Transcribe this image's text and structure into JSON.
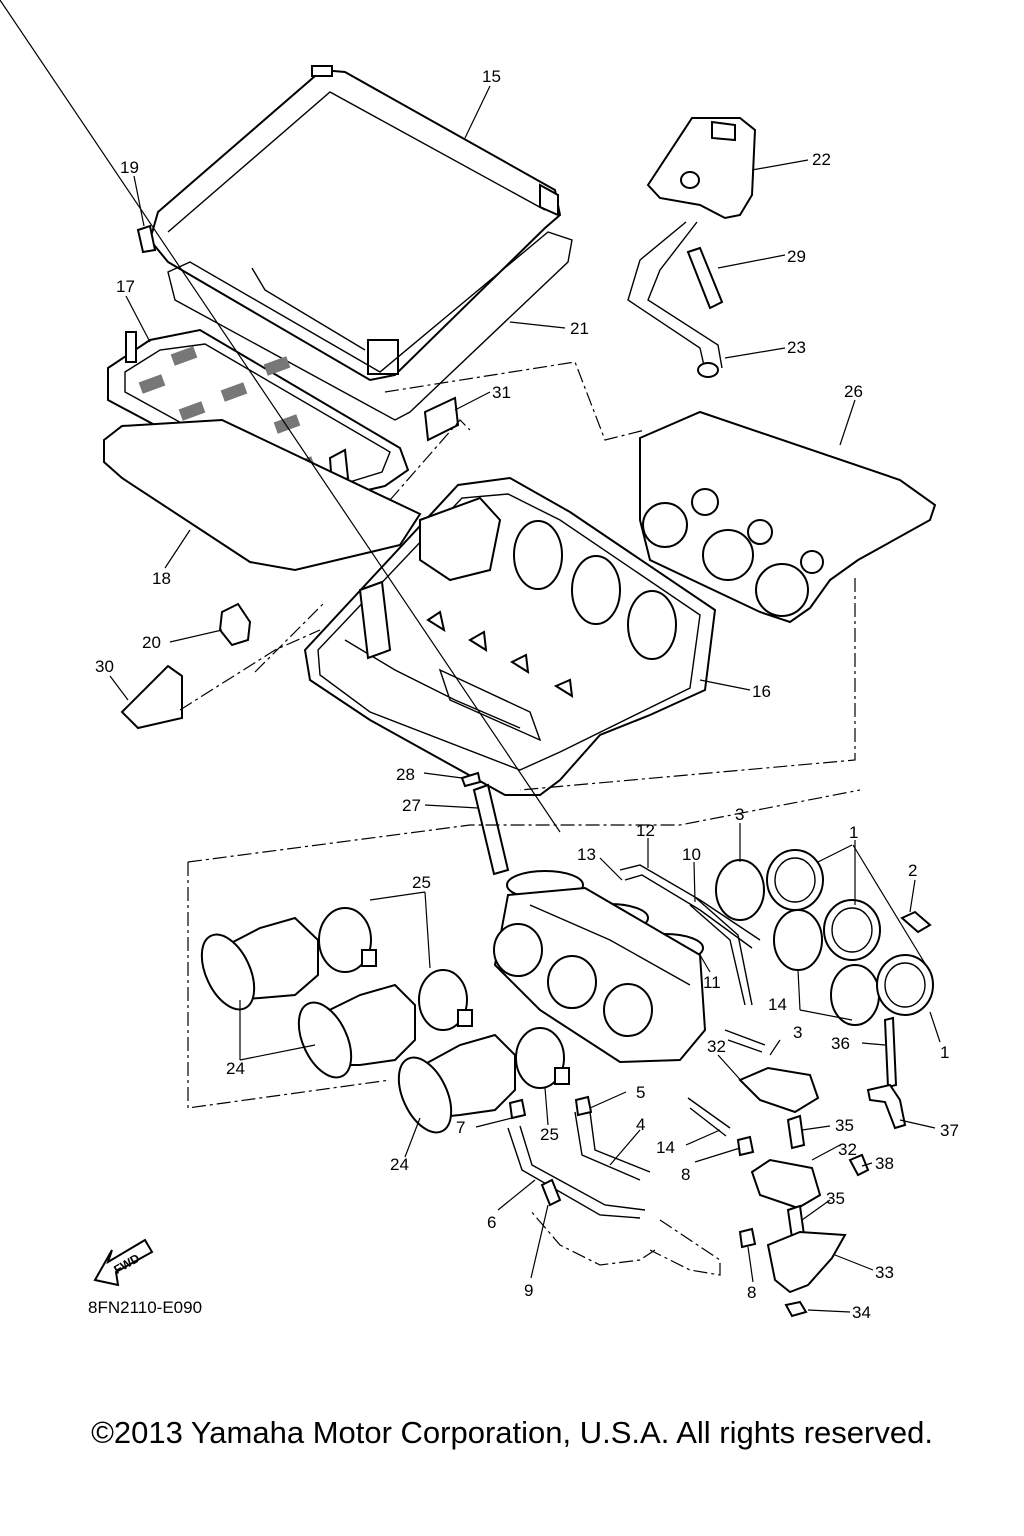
{
  "figure_code": "8FN2110-E090",
  "copyright": "©2013 Yamaha Motor Corporation, U.S.A. All rights reserved.",
  "fwd_label": "FWD",
  "callouts": [
    "1",
    "1",
    "2",
    "3",
    "3",
    "4",
    "5",
    "6",
    "7",
    "8",
    "8",
    "9",
    "10",
    "11",
    "12",
    "13",
    "14",
    "14",
    "15",
    "16",
    "17",
    "18",
    "19",
    "20",
    "21",
    "22",
    "23",
    "24",
    "24",
    "25",
    "25",
    "26",
    "27",
    "28",
    "29",
    "30",
    "31",
    "32",
    "32",
    "33",
    "34",
    "35",
    "35",
    "36",
    "37",
    "38"
  ]
}
